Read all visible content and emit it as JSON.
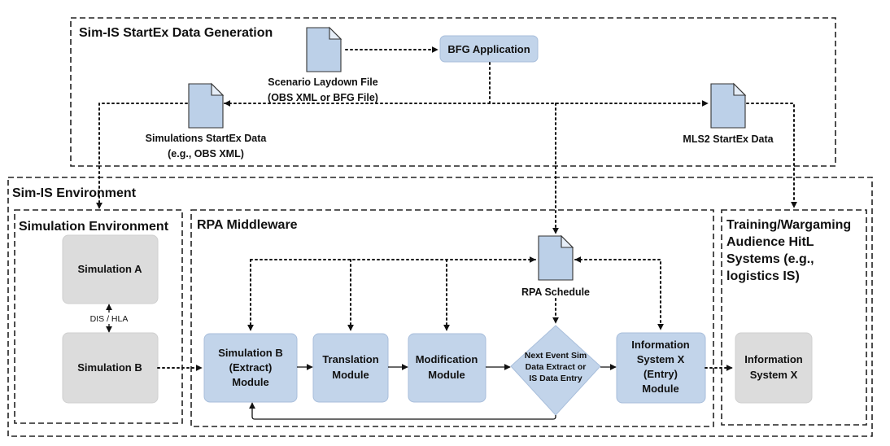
{
  "frames": {
    "generation": "Sim-IS StartEx Data Generation",
    "environment": "Sim-IS Environment",
    "simulation_env": "Simulation Environment",
    "rpa": "RPA Middleware",
    "training": [
      "Training/Wargaming",
      "Audience HitL",
      "Systems (e.g.,",
      "logistics IS)"
    ]
  },
  "documents": {
    "scenario": [
      "Scenario Laydown File",
      "(OBS XML or BFG File)"
    ],
    "sim_startex": [
      "Simulations StartEx Data",
      "(e.g., OBS XML)"
    ],
    "mls2": [
      "MLS2 StartEx Data"
    ],
    "rpa_schedule": [
      "RPA Schedule"
    ]
  },
  "nodes": {
    "bfg": "BFG Application",
    "sim_a": "Simulation A",
    "sim_b": "Simulation B",
    "dis_hla": "DIS / HLA",
    "extract_module": [
      "Simulation B",
      "(Extract)",
      "Module"
    ],
    "translation_module": [
      "Translation",
      "Module"
    ],
    "modification_module": [
      "Modification",
      "Module"
    ],
    "decision": [
      "Next Event Sim",
      "Data Extract or",
      "IS Data Entry"
    ],
    "entry_module": [
      "Information",
      "System X",
      "(Entry)",
      "Module"
    ],
    "info_system": [
      "Information",
      "System X"
    ]
  },
  "colors": {
    "module_fill": "#c2d4ea",
    "document_fill": "#bcd0e8",
    "simulation_fill": "#dcdcdc"
  }
}
